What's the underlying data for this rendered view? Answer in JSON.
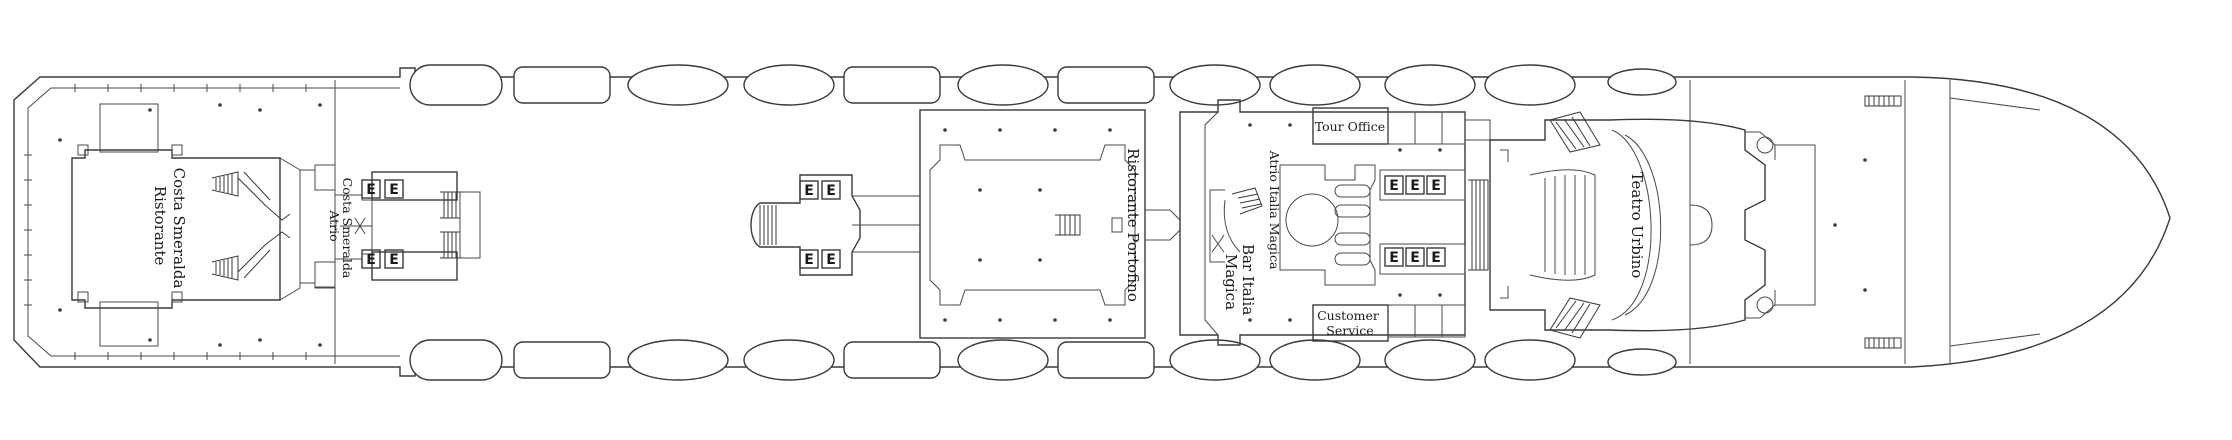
{
  "labels": {
    "ristorante_smeralda_1": "Ristorante",
    "ristorante_smeralda_2": "Costa Smeralda",
    "atrio_smeralda_1": "Atrio",
    "atrio_smeralda_2": "Costa Smeralda",
    "ristorante_portofino": "Ristorante Portofino",
    "atrio_italia_magica": "Atrio Italia Magica",
    "bar_italia_magica_1": "Bar Italia",
    "bar_italia_magica_2": "Magica",
    "tour_office": "Tour Office",
    "customer_service_1": "Customer",
    "customer_service_2": "Service",
    "teatro_urbino": "Teatro Urbino"
  },
  "elevator": {
    "symbol": "E"
  },
  "colors": {
    "line": "#3a3a3a",
    "background": "#ffffff",
    "text": "#1a1a1a"
  }
}
